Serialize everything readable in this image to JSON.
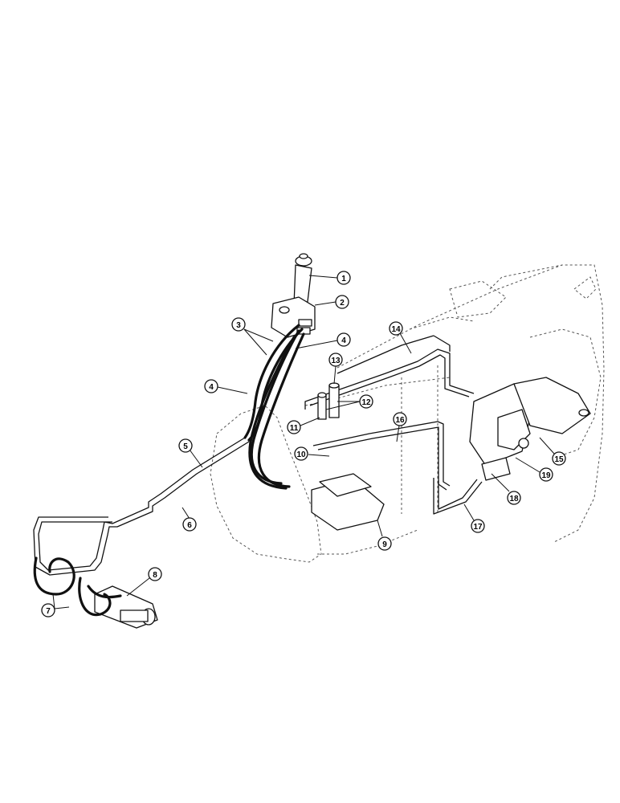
{
  "diagram": {
    "callouts": [
      {
        "id": "c1",
        "label": "1"
      },
      {
        "id": "c2",
        "label": "2"
      },
      {
        "id": "c3",
        "label": "3"
      },
      {
        "id": "c4a",
        "label": "4"
      },
      {
        "id": "c4b",
        "label": "4"
      },
      {
        "id": "c5",
        "label": "5"
      },
      {
        "id": "c6",
        "label": "6"
      },
      {
        "id": "c7",
        "label": "7"
      },
      {
        "id": "c8",
        "label": "8"
      },
      {
        "id": "c9",
        "label": "9"
      },
      {
        "id": "c10",
        "label": "10"
      },
      {
        "id": "c11",
        "label": "11"
      },
      {
        "id": "c12",
        "label": "12"
      },
      {
        "id": "c13",
        "label": "13"
      },
      {
        "id": "c14",
        "label": "14"
      },
      {
        "id": "c15",
        "label": "15"
      },
      {
        "id": "c16",
        "label": "16"
      },
      {
        "id": "c17",
        "label": "17"
      },
      {
        "id": "c18",
        "label": "18"
      },
      {
        "id": "c19",
        "label": "19"
      }
    ],
    "colors": {
      "line": "#111111",
      "background": "#ffffff"
    }
  }
}
